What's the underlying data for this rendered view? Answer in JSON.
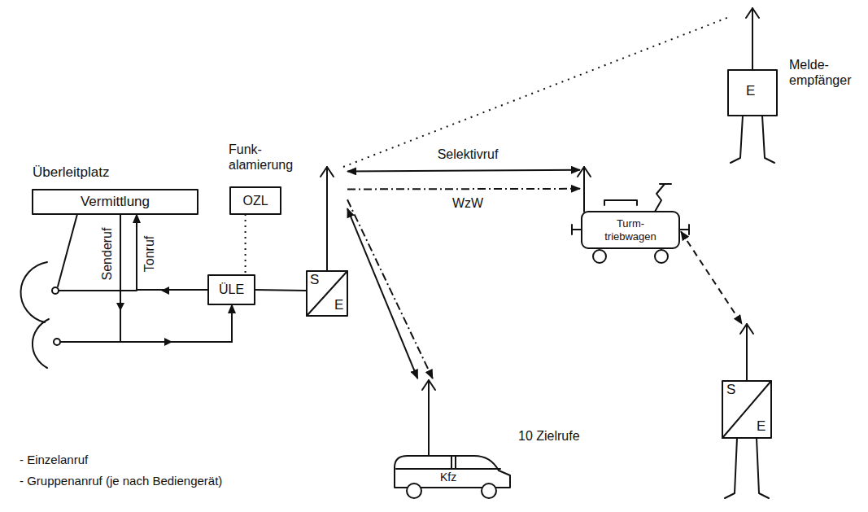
{
  "diagram": {
    "nodes": [
      {
        "text": [
          "Überleitplatz",
          "Vermittlung"
        ]
      },
      {
        "text": [
          "Funk- alamierung",
          "OZL"
        ]
      },
      {
        "text": [
          "ÜLE"
        ]
      },
      {
        "text": [
          "S",
          "E"
        ]
      },
      {
        "text": [
          "E",
          "Melde- empfänger"
        ]
      },
      {
        "text": [
          "Turm- triebwagen"
        ]
      },
      {
        "text": [
          "Kfz"
        ]
      },
      {
        "text": [
          "S",
          "E"
        ]
      }
    ],
    "edges": [
      {
        "from": 1,
        "to": 2,
        "arrow": "none"
      },
      {
        "from": 2,
        "to": 3,
        "arrow": "none"
      },
      {
        "from": 2,
        "to": 0,
        "arrow": "to",
        "label": "Tonruf"
      },
      {
        "from": 0,
        "to": 2,
        "arrow": "to",
        "label": "Senderuf"
      },
      {
        "from": 3,
        "to": 5,
        "arrow": "both",
        "label": "Selektivruf"
      },
      {
        "from": 3,
        "to": 5,
        "arrow": "to",
        "label": "WzW"
      },
      {
        "from": 3,
        "to": 4,
        "arrow": "none"
      },
      {
        "from": 3,
        "to": 6,
        "arrow": "both"
      },
      {
        "from": 3,
        "to": 6,
        "arrow": "to"
      },
      {
        "from": 5,
        "to": 7,
        "arrow": "both"
      }
    ],
    "labels": [
      "10 Zielrufe",
      "- Einzelanruf",
      "- Gruppenanruf (je nach Bediengerät)"
    ]
  }
}
